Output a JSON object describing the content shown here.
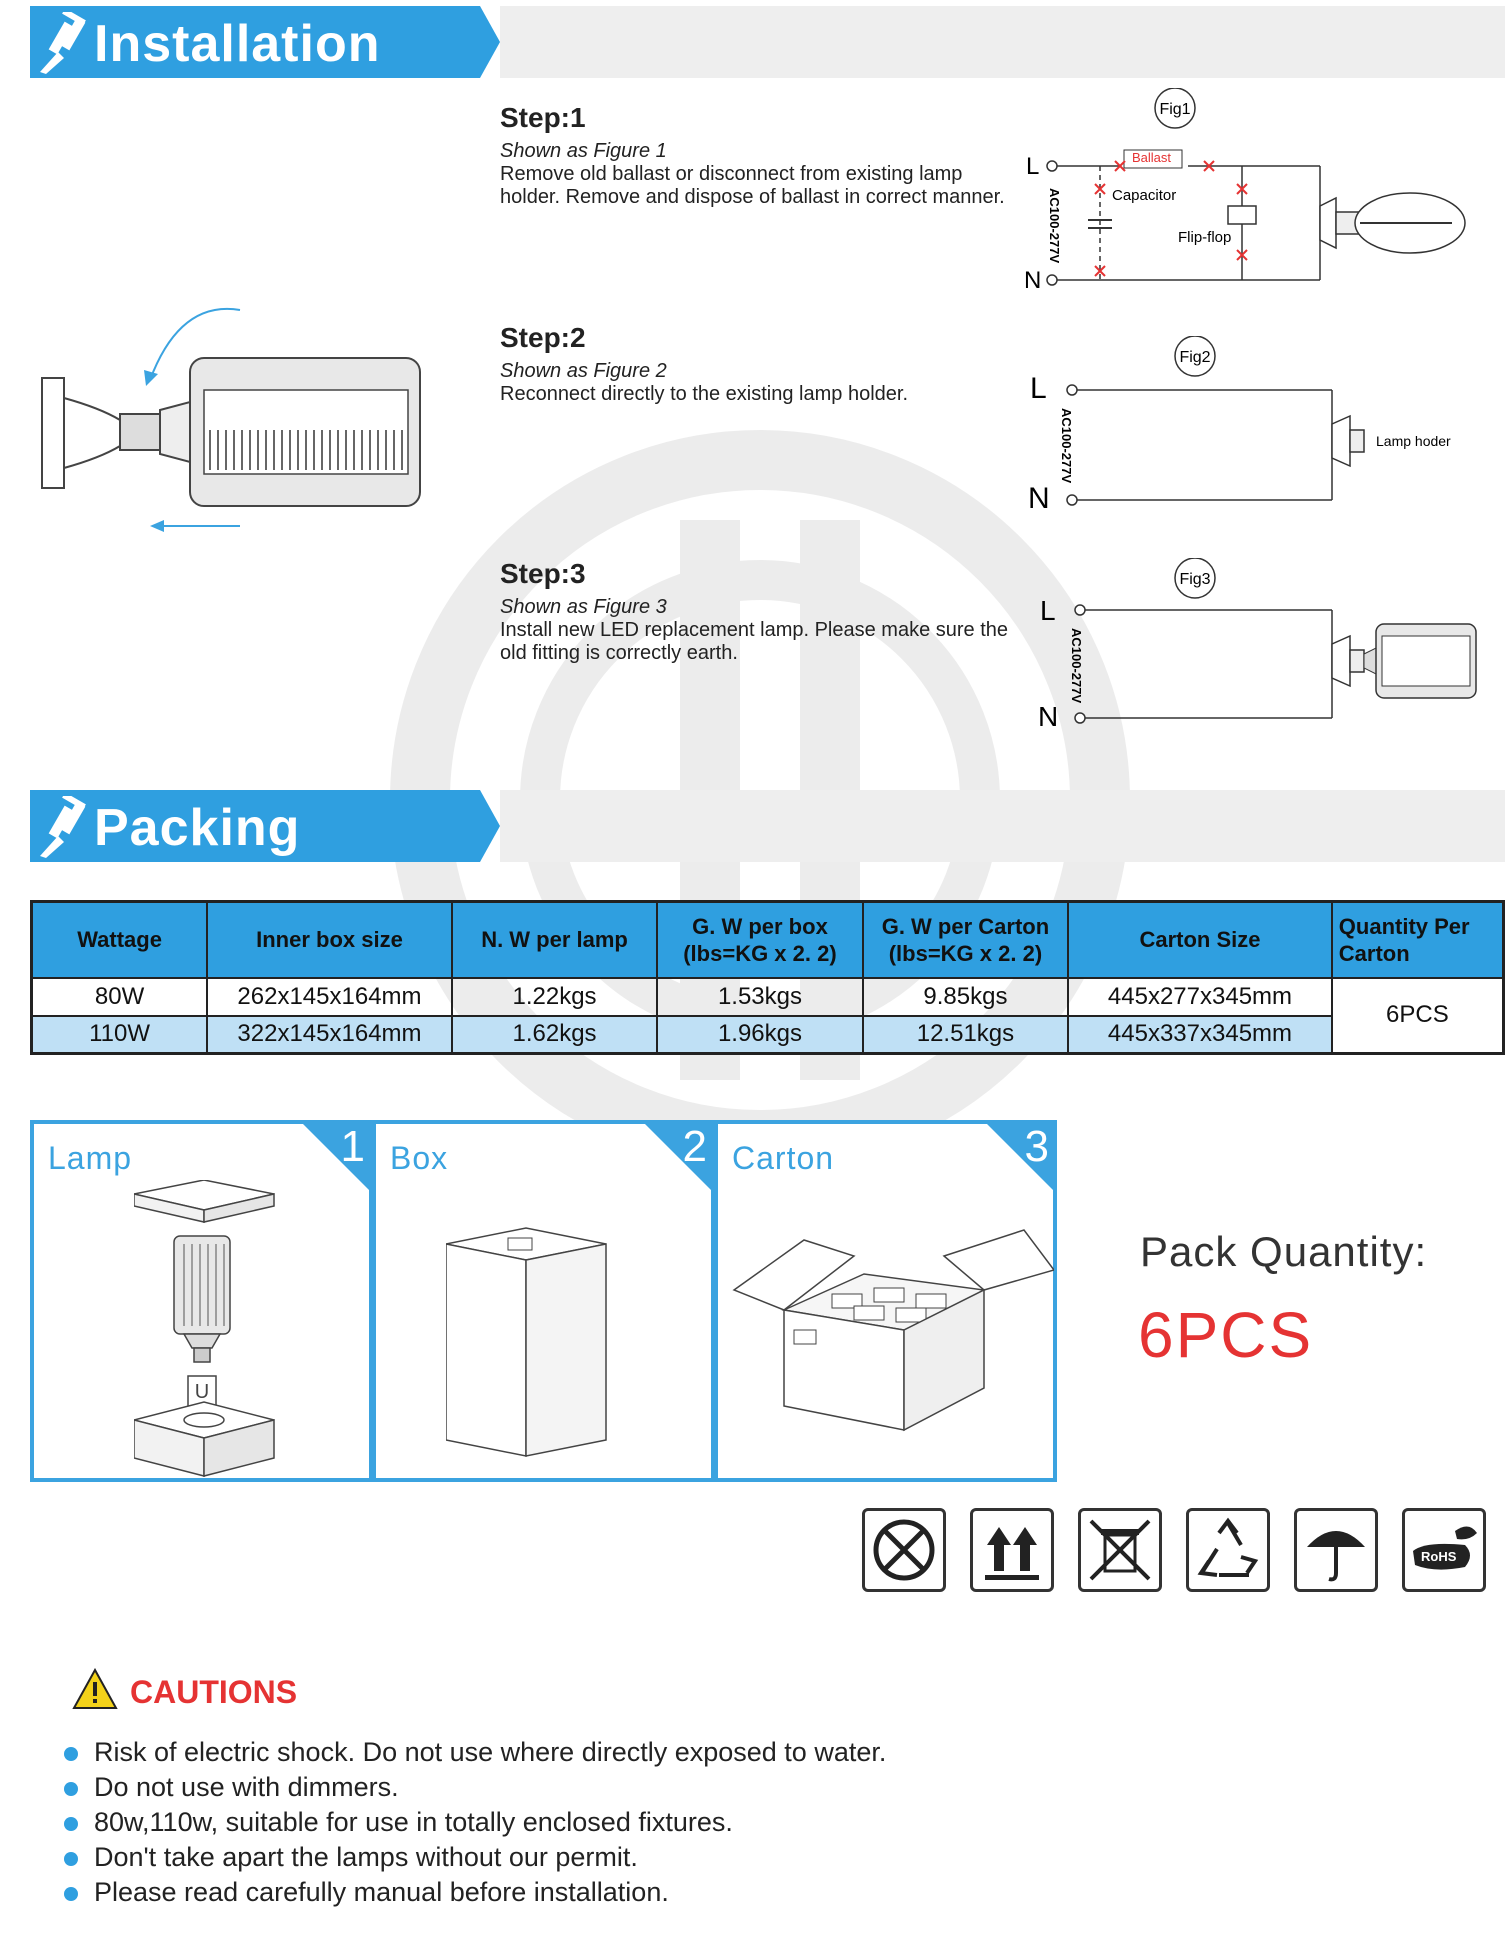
{
  "installation": {
    "title": "Installation",
    "steps": [
      {
        "head": "Step:1",
        "sub": "Shown as Figure 1",
        "text": "Remove old ballast or disconnect from existing lamp holder. Remove and dispose of ballast in correct manner."
      },
      {
        "head": "Step:2",
        "sub": "Shown as Figure 2",
        "text": "Reconnect directly to the existing lamp holder."
      },
      {
        "head": "Step:3",
        "sub": "Shown as Figure 3",
        "text": "Install new LED replacement lamp. Please make sure the old fitting is correctly earth."
      }
    ],
    "fig1": {
      "tag": "Fig1",
      "L": "L",
      "N": "N",
      "voltage": "AC100-277V",
      "ballast": "Ballast",
      "capacitor": "Capacitor",
      "flipflop": "Flip-flop"
    },
    "fig2": {
      "tag": "Fig2",
      "L": "L",
      "N": "N",
      "voltage": "AC100-277V",
      "holder": "Lamp hoder"
    },
    "fig3": {
      "tag": "Fig3",
      "L": "L",
      "N": "N",
      "voltage": "AC100-277V"
    }
  },
  "packing": {
    "title": "Packing",
    "headers": [
      "Wattage",
      "Inner box size",
      "N. W per lamp",
      "G. W per box (lbs=KG x 2. 2)",
      "G. W per Carton (lbs=KG x 2. 2)",
      "Carton Size",
      "Quantity Per Carton"
    ],
    "header_lines": [
      [
        "Wattage"
      ],
      [
        "Inner box size"
      ],
      [
        "N. W per lamp"
      ],
      [
        "G. W per box",
        "(lbs=KG x 2. 2)"
      ],
      [
        "G. W per Carton",
        "(lbs=KG x 2. 2)"
      ],
      [
        "Carton Size"
      ],
      [
        "Quantity Per",
        "Carton"
      ]
    ],
    "rows": [
      [
        "80W",
        "262x145x164mm",
        "1.22kgs",
        "1.53kgs",
        "9.85kgs",
        "445x277x345mm"
      ],
      [
        "110W",
        "322x145x164mm",
        "1.62kgs",
        "1.96kgs",
        "12.51kgs",
        "445x337x345mm"
      ]
    ],
    "quantity": "6PCS",
    "boxes": [
      {
        "label": "Lamp",
        "num": "1"
      },
      {
        "label": "Box",
        "num": "2"
      },
      {
        "label": "Carton",
        "num": "3"
      }
    ],
    "pack_quantity_label": "Pack Quantity:",
    "pack_quantity_value": "6PCS"
  },
  "icons": [
    "no-moisture-icon",
    "this-way-up-icon",
    "no-dispose-bin-icon",
    "recycle-icon",
    "keep-dry-umbrella-icon",
    "rohs-icon"
  ],
  "rohs_label": "RoHS",
  "cautions": {
    "title": "CAUTIONS",
    "items": [
      "Risk of electric shock. Do not use where directly exposed to water.",
      "Do not use with dimmers.",
      "80w,110w, suitable for use in totally enclosed fixtures.",
      "Don't take apart the lamps without our permit.",
      "Please read carefully manual before installation."
    ]
  },
  "colors": {
    "brand_blue": "#2f9fe0",
    "light_blue": "#bfe0f5",
    "red": "#e53333",
    "grey_band": "#eeeeee"
  }
}
